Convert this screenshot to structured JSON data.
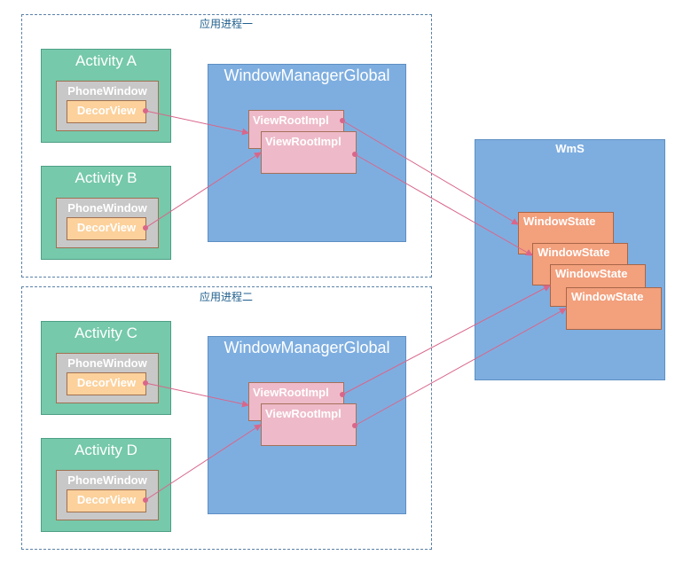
{
  "process1": {
    "label": "应用进程一"
  },
  "process2": {
    "label": "应用进程二"
  },
  "activities": [
    {
      "title": "Activity A",
      "window": "PhoneWindow",
      "decor": "DecorView"
    },
    {
      "title": "Activity B",
      "window": "PhoneWindow",
      "decor": "DecorView"
    },
    {
      "title": "Activity C",
      "window": "PhoneWindow",
      "decor": "DecorView"
    },
    {
      "title": "Activity D",
      "window": "PhoneWindow",
      "decor": "DecorView"
    }
  ],
  "wmg1": {
    "title": "WindowManagerGlobal",
    "roots": [
      "ViewRootImpl",
      "ViewRootImpl"
    ]
  },
  "wmg2": {
    "title": "WindowManagerGlobal",
    "roots": [
      "ViewRootImpl",
      "ViewRootImpl"
    ]
  },
  "wms": {
    "title": "WmS",
    "states": [
      "WindowState",
      "WindowState",
      "WindowState",
      "WindowState"
    ]
  },
  "colors": {
    "activity": "#76c9ab",
    "phone_window": "#c8c8c8",
    "decor_view": "#fcd19b",
    "window_manager_global": "#7eaee0",
    "view_root_impl": "#eebac9",
    "window_state": "#f3a07d",
    "arrow": "#d9668a"
  }
}
